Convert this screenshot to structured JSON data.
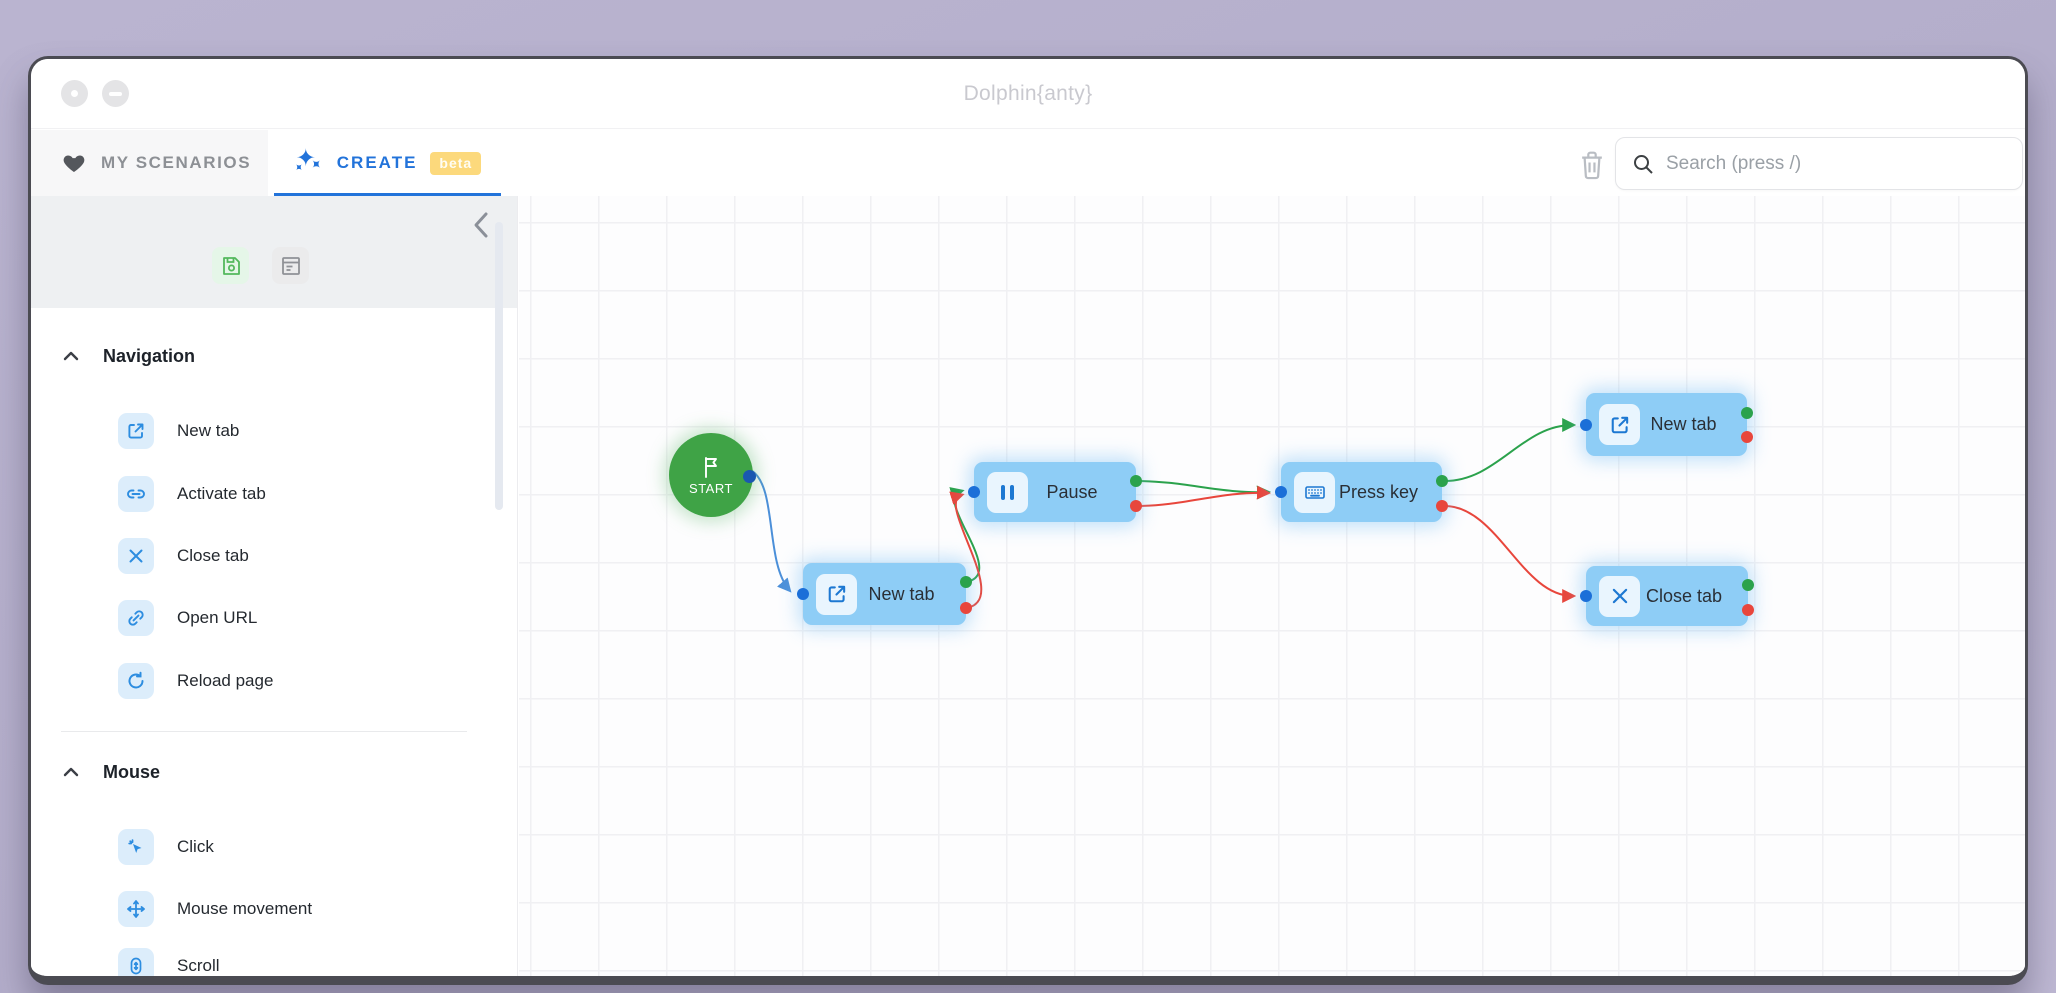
{
  "window": {
    "title": "Dolphin{anty}"
  },
  "tabs": {
    "my_scenarios": "MY SCENARIOS",
    "create": "CREATE",
    "beta": "beta"
  },
  "toolbar": {
    "search_placeholder": "Search (press /)"
  },
  "sidebar": {
    "sections": [
      {
        "title": "Navigation",
        "items": [
          {
            "label": "New tab",
            "icon": "new-tab-icon"
          },
          {
            "label": "Activate tab",
            "icon": "activate-tab-icon"
          },
          {
            "label": "Close tab",
            "icon": "close-tab-icon"
          },
          {
            "label": "Open URL",
            "icon": "open-url-icon"
          },
          {
            "label": "Reload page",
            "icon": "reload-icon"
          }
        ]
      },
      {
        "title": "Mouse",
        "items": [
          {
            "label": "Click",
            "icon": "click-icon"
          },
          {
            "label": "Mouse movement",
            "icon": "mouse-move-icon"
          },
          {
            "label": "Scroll",
            "icon": "scroll-icon"
          }
        ]
      }
    ]
  },
  "canvas": {
    "nodes": [
      {
        "id": "start",
        "label": "START",
        "icon": "flag-icon"
      },
      {
        "id": "new-tab-1",
        "label": "New tab",
        "icon": "new-tab-icon"
      },
      {
        "id": "pause",
        "label": "Pause",
        "icon": "pause-icon"
      },
      {
        "id": "press-key",
        "label": "Press key",
        "icon": "keyboard-icon"
      },
      {
        "id": "new-tab-2",
        "label": "New tab",
        "icon": "new-tab-icon"
      },
      {
        "id": "close-tab",
        "label": "Close tab",
        "icon": "close-tab-icon"
      }
    ],
    "edges": [
      {
        "from": "start",
        "to": "new-tab-1",
        "type": "default"
      },
      {
        "from": "new-tab-1",
        "to": "pause",
        "type": "success"
      },
      {
        "from": "new-tab-1",
        "to": "pause",
        "type": "error"
      },
      {
        "from": "pause",
        "to": "press-key",
        "type": "success"
      },
      {
        "from": "pause",
        "to": "press-key",
        "type": "error"
      },
      {
        "from": "press-key",
        "to": "new-tab-2",
        "type": "success"
      },
      {
        "from": "press-key",
        "to": "close-tab",
        "type": "error"
      }
    ],
    "colors": {
      "accent_blue": "#2273da",
      "node_bg": "#8ecdf6",
      "start_green": "#3fa346",
      "port_input": "#1b6fd8",
      "edge_success": "#2ba24c",
      "edge_error": "#e8463c",
      "edge_default": "#4b8fd9",
      "beta_badge": "#fcd97c"
    }
  }
}
